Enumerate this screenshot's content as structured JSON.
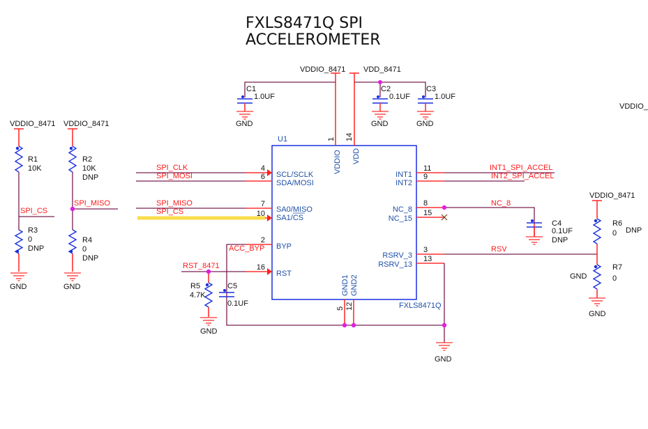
{
  "title": {
    "line1": "FXLS8471Q SPI",
    "line2": "ACCELEROMETER"
  },
  "ic": {
    "refdes": "U1",
    "part": "FXLS8471Q",
    "pins_left": [
      {
        "num": "4",
        "name": "SCL/SCLK",
        "net": "SPI_CLK",
        "arrow": true
      },
      {
        "num": "6",
        "name": "SDA/MOSI",
        "net": "SPI_MOSI",
        "arrow": false
      },
      {
        "num": "7",
        "name": "SA0/MISO",
        "net": "SPI_MISO",
        "arrow": false
      },
      {
        "num": "10",
        "name": "SA1/CS",
        "net": "SPI_CS",
        "arrow": true,
        "highlighted": true
      },
      {
        "num": "2",
        "name": "BYP",
        "net": "ACC_BYP",
        "arrow": false
      },
      {
        "num": "16",
        "name": "RST",
        "net": "RST_8471",
        "arrow": true
      }
    ],
    "pins_right": [
      {
        "num": "11",
        "name": "INT1",
        "net": "INT1_SPI_ACCEL"
      },
      {
        "num": "9",
        "name": "INT2",
        "net": "INT2_SPI_ACCEL"
      },
      {
        "num": "8",
        "name": "NC_8",
        "net": "NC_8"
      },
      {
        "num": "15",
        "name": "NC_15",
        "net": "no-connect"
      },
      {
        "num": "3",
        "name": "RSRV_3",
        "net": "RSV"
      },
      {
        "num": "13",
        "name": "RSRV_13",
        "net": "GND"
      }
    ],
    "pins_top": [
      {
        "num": "1",
        "name": "VDDIO",
        "net": "VDDIO_8471"
      },
      {
        "num": "14",
        "name": "VDD",
        "net": "VDD_8471"
      }
    ],
    "pins_bottom": [
      {
        "num": "5",
        "name": "GND1",
        "net": "GND"
      },
      {
        "num": "12",
        "name": "GND2",
        "net": "GND"
      }
    ]
  },
  "power": {
    "vddio": "VDDIO_8471",
    "vdd": "VDD_8471",
    "gnd": "GND",
    "vddio_cut": "VDDIO_"
  },
  "components": {
    "C1": {
      "ref": "C1",
      "value": "1.0UF"
    },
    "C2": {
      "ref": "C2",
      "value": "0.1UF"
    },
    "C3": {
      "ref": "C3",
      "value": "1.0UF"
    },
    "C4": {
      "ref": "C4",
      "value": "0.1UF",
      "note": "DNP"
    },
    "C5": {
      "ref": "C5",
      "value": "0.1UF"
    },
    "R1": {
      "ref": "R1",
      "value": "10K"
    },
    "R2": {
      "ref": "R2",
      "value": "10K",
      "note": "DNP"
    },
    "R3": {
      "ref": "R3",
      "value": "0",
      "note": "DNP"
    },
    "R4": {
      "ref": "R4",
      "value": "0",
      "note": "DNP"
    },
    "R5": {
      "ref": "R5",
      "value": "4.7K"
    },
    "R6": {
      "ref": "R6",
      "value": "0",
      "note": "DNP"
    },
    "R7": {
      "ref": "R7",
      "value": "0",
      "extra_label": "GND"
    }
  },
  "nets": {
    "spi_cs": "SPI_CS",
    "spi_miso": "SPI_MISO",
    "spi_clk": "SPI_CLK",
    "spi_mosi": "SPI_MOSI",
    "acc_byp": "ACC_BYP",
    "rst": "RST_8471",
    "int1": "INT1_SPI_ACCEL",
    "int2": "INT2_SPI_ACCEL",
    "nc8": "NC_8",
    "rsv": "RSV"
  },
  "colors": {
    "wire": "#7a2050",
    "pin": "#ff3030",
    "component": "#1a2fe0",
    "net_label": "#ff1a1a",
    "pin_name": "#1f4fa8",
    "junction": "#e020e0",
    "highlight": "#f8dc4a"
  }
}
